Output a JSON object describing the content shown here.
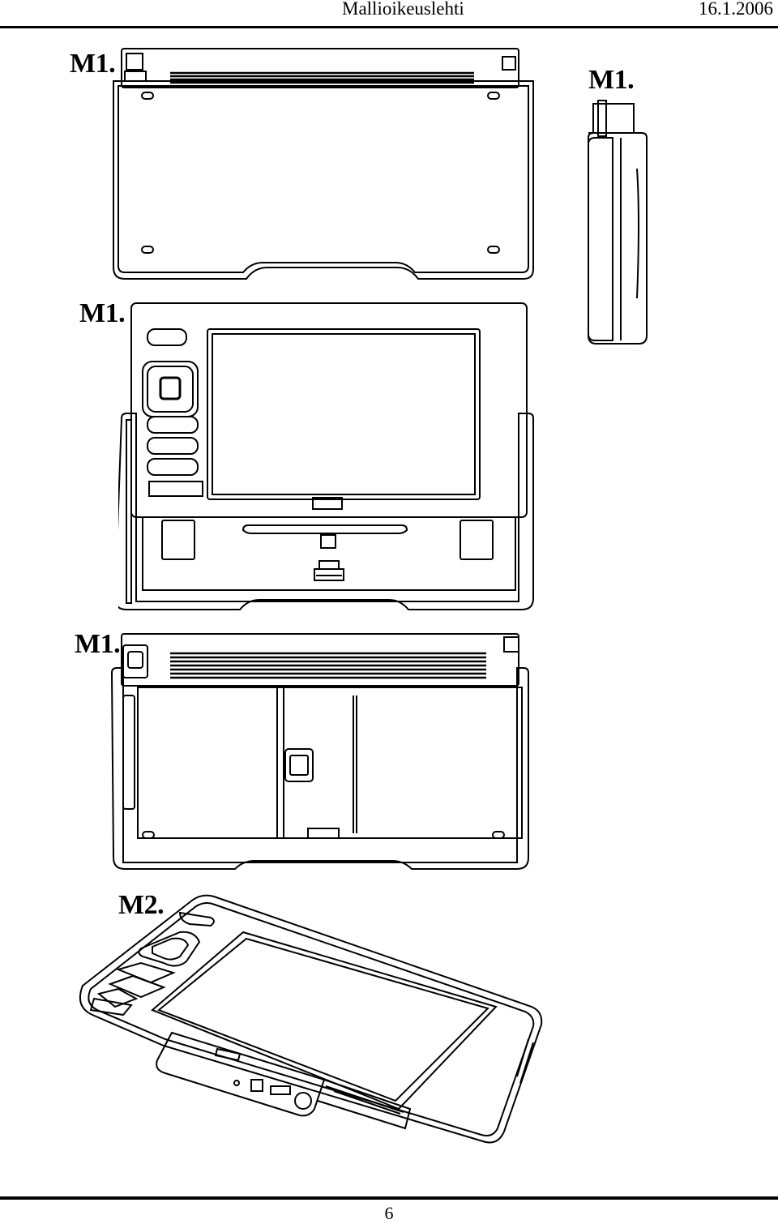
{
  "header": {
    "publication": "Mallioikeuslehti",
    "date": "16.1.2006"
  },
  "figures": [
    {
      "label": "M1."
    },
    {
      "label": "M1."
    },
    {
      "label": "M1."
    },
    {
      "label": "M1."
    },
    {
      "label": "M2."
    }
  ],
  "footer": {
    "page_number": "6"
  }
}
